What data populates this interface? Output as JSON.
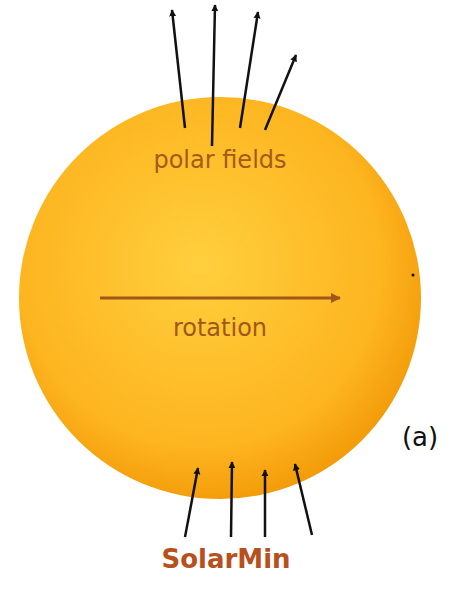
{
  "diagram": {
    "nodes": [
      {
        "text": [
          "polar fields",
          "rotation"
        ]
      }
    ],
    "labels": [
      "SolarMin",
      "(a)"
    ]
  }
}
